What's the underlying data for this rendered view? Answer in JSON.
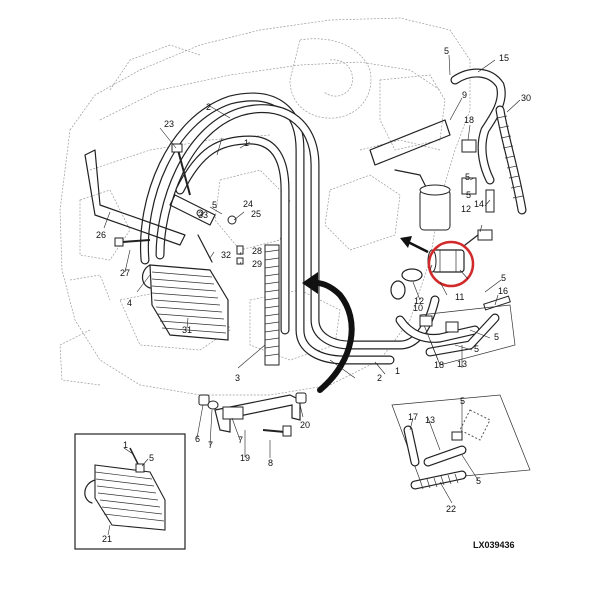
{
  "figure_code": "LX039436",
  "colors": {
    "highlight": "#d22a2a",
    "ink": "#222222",
    "engine_sketch": "#9a9a9a"
  },
  "callouts": {
    "c1a": "1",
    "c1b": "1",
    "c1c": "1",
    "c2a": "2",
    "c2b": "2",
    "c3": "3",
    "c4": "4",
    "c5a": "5",
    "c5b": "5",
    "c5c": "5",
    "c5d": "5",
    "c5e": "5",
    "c5f": "5",
    "c5g": "5",
    "c5h": "5",
    "c5i": "5",
    "c5j": "5",
    "c6": "6",
    "c7a": "7",
    "c7b": "7",
    "c8": "8",
    "c9": "9",
    "c10": "10",
    "c11": "11",
    "c12a": "12",
    "c12b": "12",
    "c13a": "13",
    "c13b": "13",
    "c14": "14",
    "c15": "15",
    "c16": "16",
    "c17": "17",
    "c18a": "18",
    "c18b": "18",
    "c19": "19",
    "c20": "20",
    "c21": "21",
    "c22": "22",
    "c23": "23",
    "c24": "24",
    "c25": "25",
    "c26": "26",
    "c27": "27",
    "c28": "28",
    "c29": "29",
    "c30": "30",
    "c31": "31",
    "c32": "32",
    "c33": "33"
  }
}
